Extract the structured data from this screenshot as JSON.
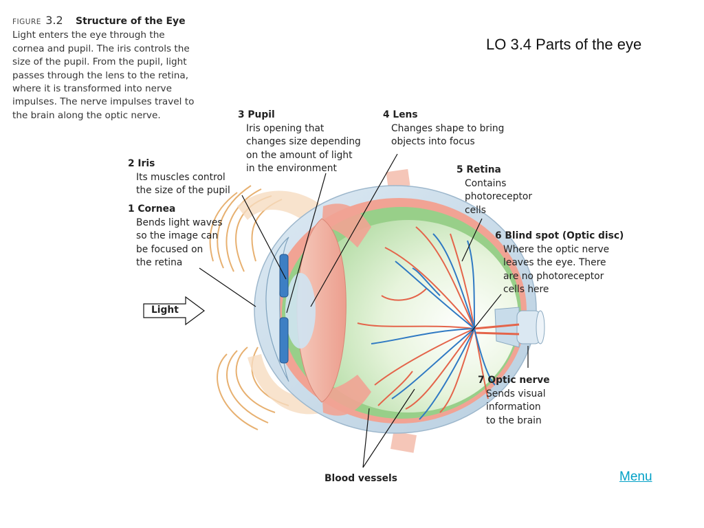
{
  "slide": {
    "title": "LO 3.4 Parts of the eye",
    "menu_link": "Menu"
  },
  "figure": {
    "label": "FIGURE",
    "number": "3.2",
    "title": "Structure of the Eye",
    "caption_lines": [
      "Light enters the eye through the",
      "cornea and pupil. The iris controls the",
      "size of the pupil. From the pupil, light",
      "passes through the lens to the retina,",
      "where it is transformed into nerve",
      "impulses. The nerve impulses travel to",
      "the brain along the optic nerve."
    ]
  },
  "labels": {
    "pupil": {
      "heading": "3 Pupil",
      "lines": [
        "Iris opening that",
        "changes size depending",
        "on the amount of light",
        "in the environment"
      ]
    },
    "lens": {
      "heading": "4 Lens",
      "lines": [
        "Changes shape to bring",
        "objects into focus"
      ]
    },
    "iris": {
      "heading": "2 Iris",
      "lines": [
        "Its muscles control",
        "the size of the pupil"
      ]
    },
    "cornea": {
      "heading": "1 Cornea",
      "lines": [
        "Bends light waves",
        "so the image can",
        "be focused on",
        "the retina"
      ]
    },
    "retina": {
      "heading": "5 Retina",
      "lines": [
        "Contains",
        "photoreceptor",
        "cells"
      ]
    },
    "blind_spot": {
      "heading": "6 Blind spot (Optic disc)",
      "lines": [
        "Where the optic nerve",
        "leaves the eye. There",
        "are no photoreceptor",
        "cells here"
      ]
    },
    "optic_nerve": {
      "heading": "7 Optic nerve",
      "lines": [
        "Sends visual",
        "information",
        "to the brain"
      ]
    },
    "light": "Light",
    "blood_vessels": "Blood vessels"
  }
}
